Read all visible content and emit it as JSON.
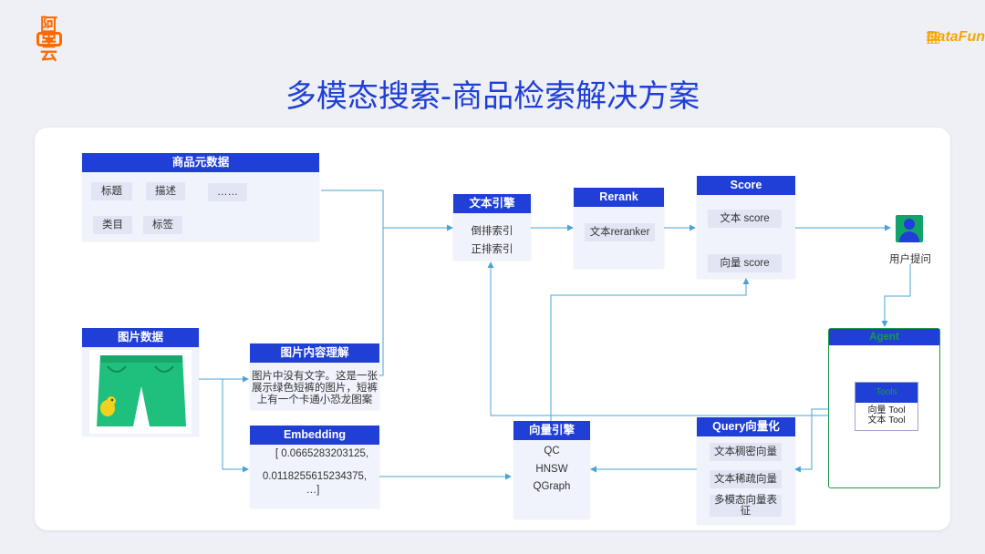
{
  "brand": {
    "left_logo": "阿里云",
    "right_logo": "DataFun."
  },
  "title": "多模态搜索-商品检索解决方案",
  "meta_box": {
    "header": "商品元数据",
    "chips": [
      "标题",
      "描述",
      "……",
      "类目",
      "标签"
    ]
  },
  "image_box": {
    "header": "图片数据"
  },
  "understand_box": {
    "header": "图片内容理解",
    "lines": [
      "图片中没有文字。这是一张",
      "展示绿色短裤的图片，短裤",
      "上有一个卡通小恐龙图案"
    ]
  },
  "embedding_box": {
    "header": "Embedding",
    "lines": [
      "[ 0.0665283203125,",
      "0.0118255615234375,",
      "…]"
    ]
  },
  "text_engine": {
    "header": "文本引擎",
    "lines": [
      "倒排索引",
      "正排索引"
    ]
  },
  "rerank": {
    "header": "Rerank",
    "chip": "文本reranker"
  },
  "score": {
    "header": "Score",
    "chips": [
      "文本 score",
      "向量 score"
    ]
  },
  "user": {
    "label": "用户提问"
  },
  "agent": {
    "header": "Agent",
    "tools_header": "Tools",
    "tools": [
      "向量 Tool",
      "文本 Tool"
    ]
  },
  "vector_engine": {
    "header": "向量引擎",
    "lines": [
      "QC",
      "HNSW",
      "QGraph"
    ]
  },
  "query_vec": {
    "header": "Query向量化",
    "chips": [
      "文本稠密向量",
      "文本稀疏向量",
      "多模态向量表征"
    ]
  },
  "colors": {
    "title": "#1f3fd6",
    "header_bg": "#1f3fd6",
    "arrow": "#4aa3d8",
    "agent_border": "#1a9a4a",
    "brand_left": "#ff6a00",
    "brand_right": "#f7a600"
  },
  "icons": [
    "aliyun-logo-icon",
    "datafun-logo-icon",
    "user-icon",
    "shorts-image"
  ]
}
